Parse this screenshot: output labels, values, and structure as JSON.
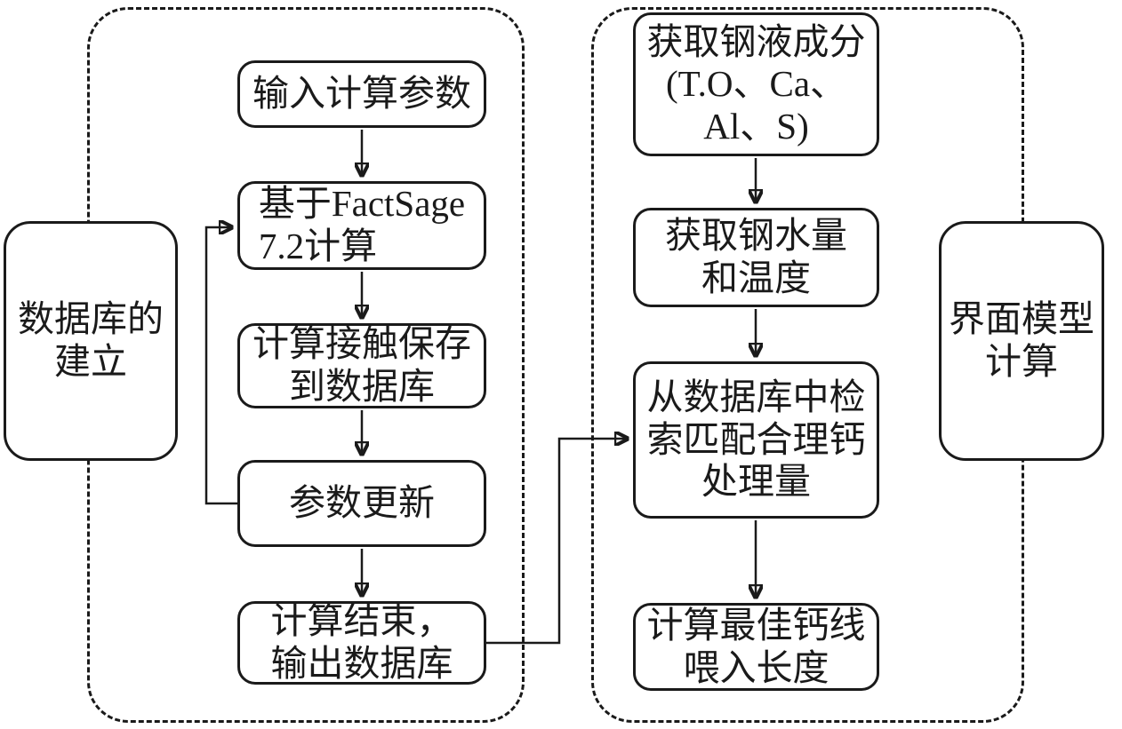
{
  "diagram": {
    "background": "#ffffff",
    "stroke_color": "#1a1a1a",
    "left_group": {
      "side_label": "数据库的\n建立",
      "nodes": [
        {
          "id": "input-params",
          "text": "输入计算参数"
        },
        {
          "id": "factsage-calc",
          "text": "基于FactSage\n7.2计算"
        },
        {
          "id": "save-to-database",
          "text": "计算接触保存\n到数据库"
        },
        {
          "id": "param-update",
          "text": "参数更新"
        },
        {
          "id": "calc-end-output-db",
          "text": "计算结束，\n输出数据库"
        }
      ]
    },
    "right_group": {
      "side_label": "界面模型\n计算",
      "nodes": [
        {
          "id": "get-steel-composition",
          "text": "获取钢液成分\n(T.O、Ca、\nAl、S)"
        },
        {
          "id": "get-steel-amount-temp",
          "text": "获取钢水量\n和温度"
        },
        {
          "id": "search-db-calcium",
          "text": "从数据库中检\n索匹配合理钙\n处理量"
        },
        {
          "id": "calc-best-wire-length",
          "text": "计算最佳钙线\n喂入长度"
        }
      ]
    }
  }
}
